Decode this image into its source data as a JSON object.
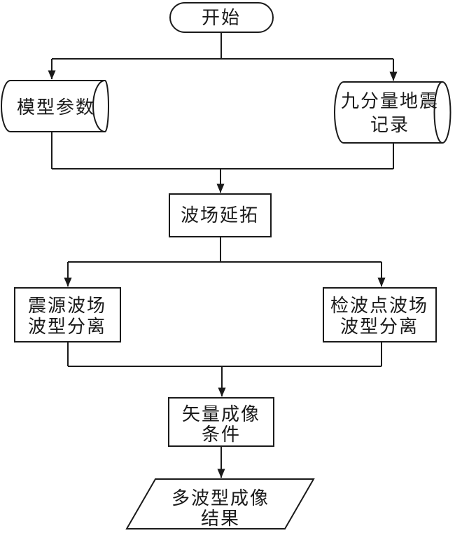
{
  "diagram": {
    "background_color": "#ffffff",
    "line_color": "#1a1a1a",
    "text_color": "#1a1a1a",
    "nodes": {
      "start": {
        "shape": "terminator",
        "label": "开始"
      },
      "model_parameters": {
        "shape": "cylinder",
        "label": "模型参数"
      },
      "nine_component_records": {
        "shape": "cylinder",
        "lines": [
          "九分量地震",
          "记录"
        ]
      },
      "wavefield_extrapolation": {
        "shape": "process",
        "label": "波场延拓"
      },
      "source_wavefield_separation": {
        "shape": "process",
        "lines": [
          "震源波场",
          "波型分离"
        ]
      },
      "receiver_wavefield_separation": {
        "shape": "process",
        "lines": [
          "检波点波场",
          "波型分离"
        ]
      },
      "vector_imaging_condition": {
        "shape": "process",
        "lines": [
          "矢量成像",
          "条件"
        ]
      },
      "multiwave_imaging_result": {
        "shape": "parallelogram",
        "lines": [
          "多波型成像",
          "结果"
        ]
      }
    }
  }
}
